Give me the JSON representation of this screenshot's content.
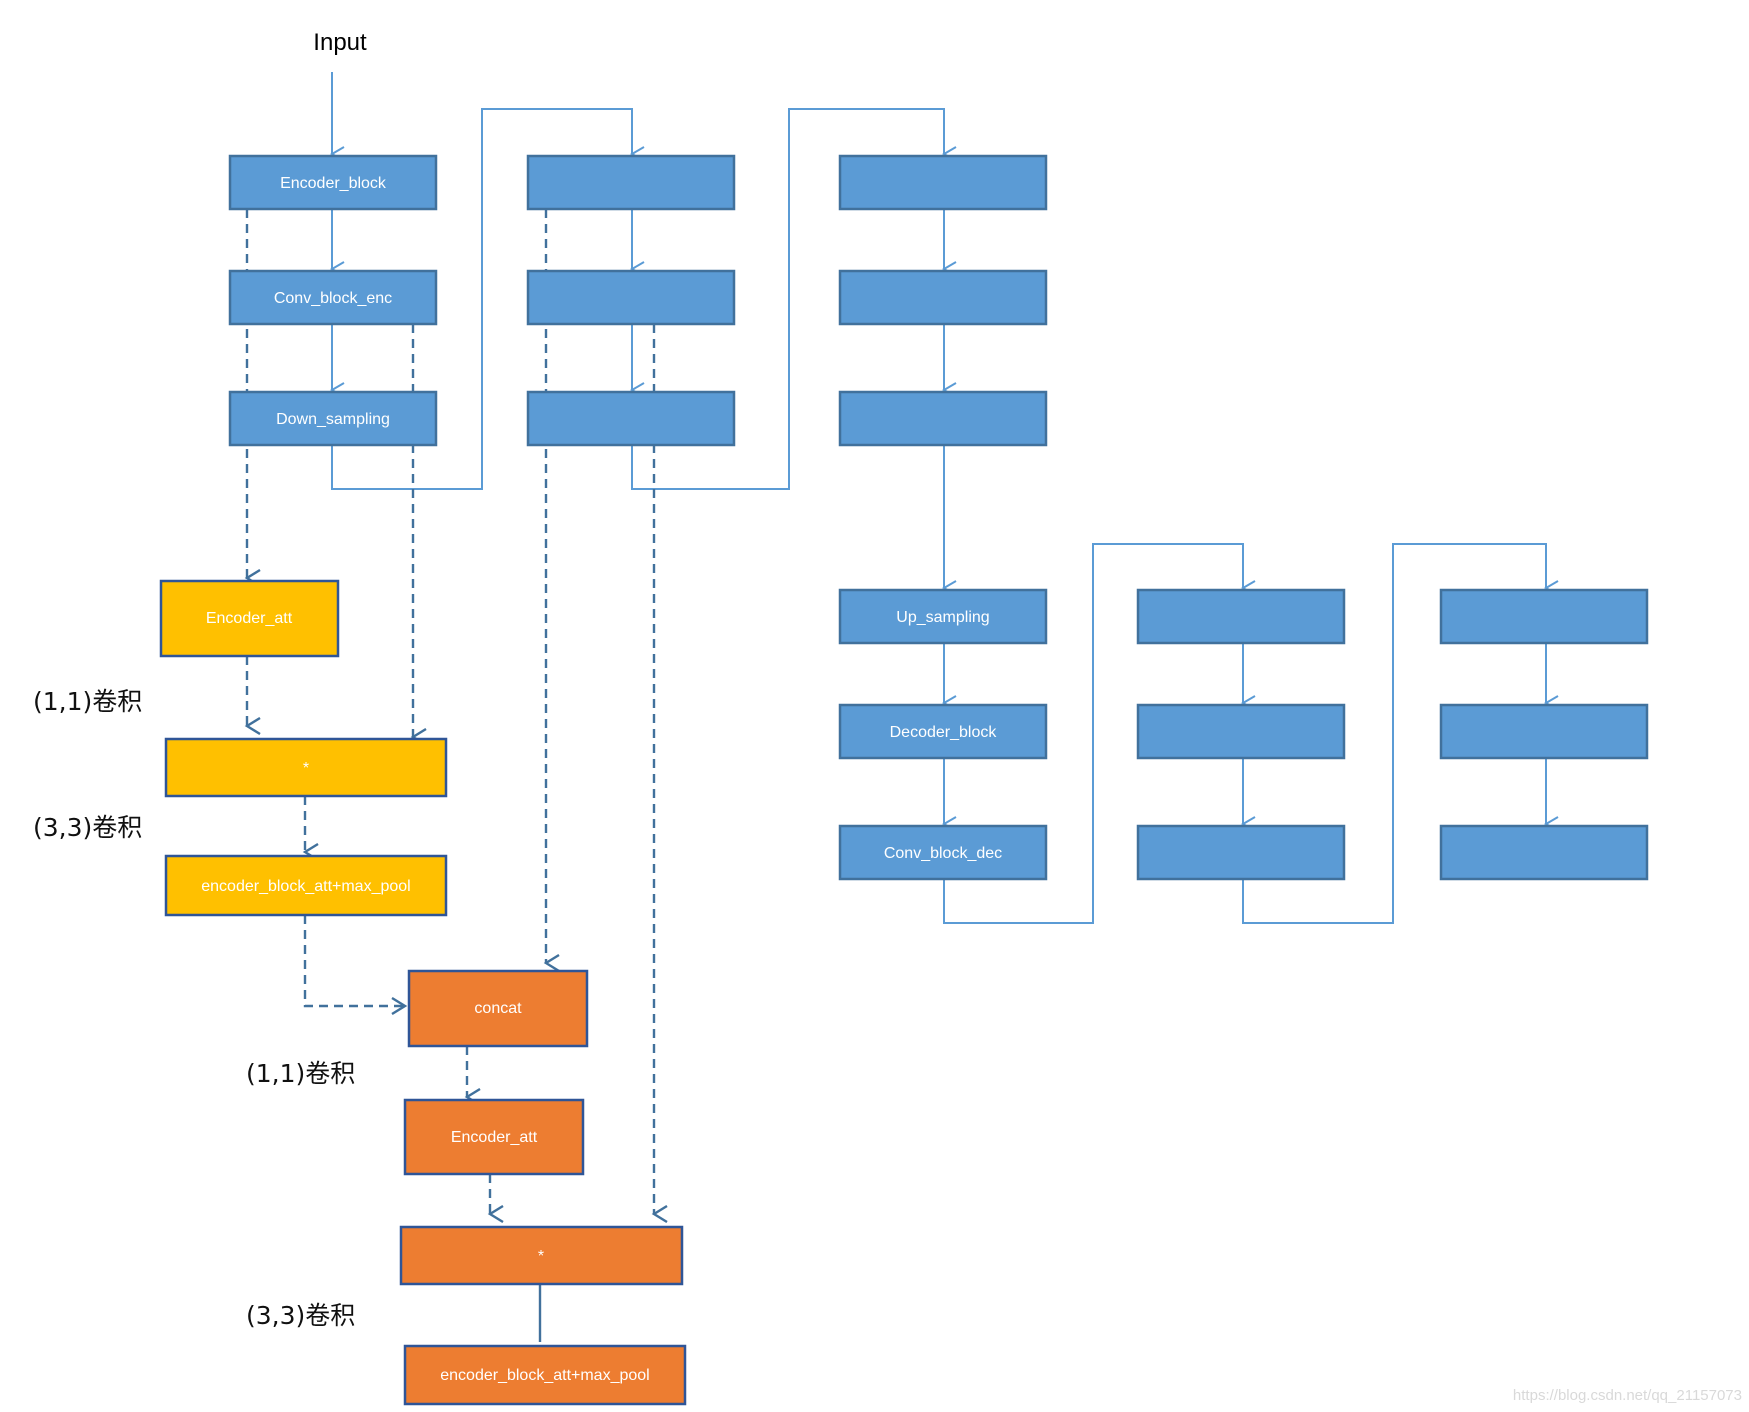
{
  "title": "Input",
  "watermark": "https://blog.csdn.net/qq_21157073",
  "colors": {
    "blue_fill": "#5b9bd5",
    "blue_stroke": "#41719c",
    "yellow_fill": "#ffc000",
    "yellow_stroke": "#2f5597",
    "orange_fill": "#ed7d31",
    "orange_stroke": "#2f5597",
    "connector": "#5b9bd5",
    "dashed": "#41719c"
  },
  "blocks": {
    "encoder_block": "Encoder_block",
    "conv_block_enc": "Conv_block_enc",
    "down_sampling": "Down_sampling",
    "up_sampling": "Up_sampling",
    "decoder_block": "Decoder_block",
    "conv_block_dec": "Conv_block_dec"
  },
  "attention_branch_1": {
    "encoder_att": "Encoder_att",
    "multiply": "*",
    "output": "encoder_block_att+max_pool",
    "label_conv1": "(1,1)卷积",
    "label_conv3": "(3,3)卷积"
  },
  "attention_branch_2": {
    "concat": "concat",
    "encoder_att": "Encoder_att",
    "multiply": "*",
    "output": "encoder_block_att+max_pool",
    "label_conv1": "(1,1)卷积",
    "label_conv3": "(3,3)卷积"
  }
}
